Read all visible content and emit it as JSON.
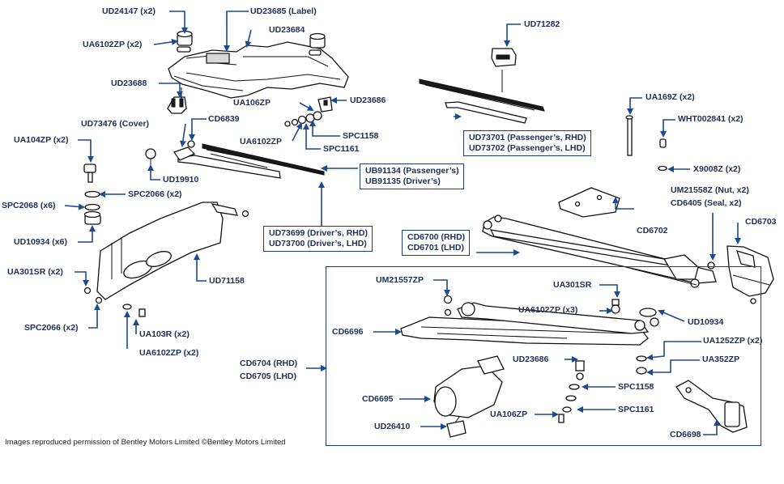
{
  "colors": {
    "label": "#1c2f55",
    "arrow": "#1c4a8c",
    "frame": "#1c3f73",
    "part_outline": "#111111"
  },
  "labels": {
    "ud24147": "UD24147 (x2)",
    "ud23685": "UD23685 (Label)",
    "ud23684": "UD23684",
    "ua6102zp_x2_top": "UA6102ZP (x2)",
    "ud23688": "UD23688",
    "ua106zp_top": "UA106ZP",
    "ud23686_top": "UD23686",
    "ud73476": "UD73476 (Cover)",
    "cd6839": "CD6839",
    "ua6102zp_mid": "UA6102ZP",
    "spc1158_top": "SPC1158",
    "spc1161_top": "SPC1161",
    "ua104zp": "UA104ZP (x2)",
    "ud19910": "UD19910",
    "spc2066_x2_top": "SPC2066 (x2)",
    "spc2068": "SPC2068 (x6)",
    "ud10934_x6": "UD10934 (x6)",
    "ua301sr_x2": "UA301SR (x2)",
    "ud71158": "UD71158",
    "spc2066_x2_bottom": "SPC2066 (x2)",
    "ua103r": "UA103R (x2)",
    "ua6102zp_x2_bottom": "UA6102ZP (x2)",
    "ud71282": "UD71282",
    "ud73701": "UD73701 (Passenger’s, RHD)",
    "ud73702": "UD73702 (Passenger’s, LHD)",
    "ub91134": "UB91134 (Passenger’s)",
    "ub91135": "UB91135 (Driver’s)",
    "ud73699": "UD73699 (Driver’s, RHD)",
    "ud73700": "UD73700 (Driver’s, LHD)",
    "cd6700": "CD6700 (RHD)",
    "cd6701": "CD6701 (LHD)",
    "ua169z": "UA169Z (x2)",
    "wht002841": "WHT002841 (x2)",
    "x9008z": "X9008Z (x2)",
    "um21558z": "UM21558Z (Nut, x2)",
    "cd6405": "CD6405 (Seal, x2)",
    "cd6703": "CD6703",
    "cd6702": "CD6702",
    "um21557zp": "UM21557ZP",
    "ua301sr": "UA301SR",
    "ua6102zp_x3": "UA6102ZP (x3)",
    "ud10934": "UD10934",
    "cd6696": "CD6696",
    "ua1252zp": "UA1252ZP (x2)",
    "cd6704": "CD6704 (RHD)",
    "cd6705": "CD6705 (LHD)",
    "ud23686_bottom": "UD23686",
    "ua352zp": "UA352ZP",
    "spc1158_bottom": "SPC1158",
    "cd6695": "CD6695",
    "spc1161_bottom": "SPC1161",
    "ua106zp_bottom": "UA106ZP",
    "ud26410": "UD26410",
    "cd6698": "CD6698"
  },
  "credit": "Images reproduced permission of Bentley Motors Limited ©Bentley Motors Limited"
}
